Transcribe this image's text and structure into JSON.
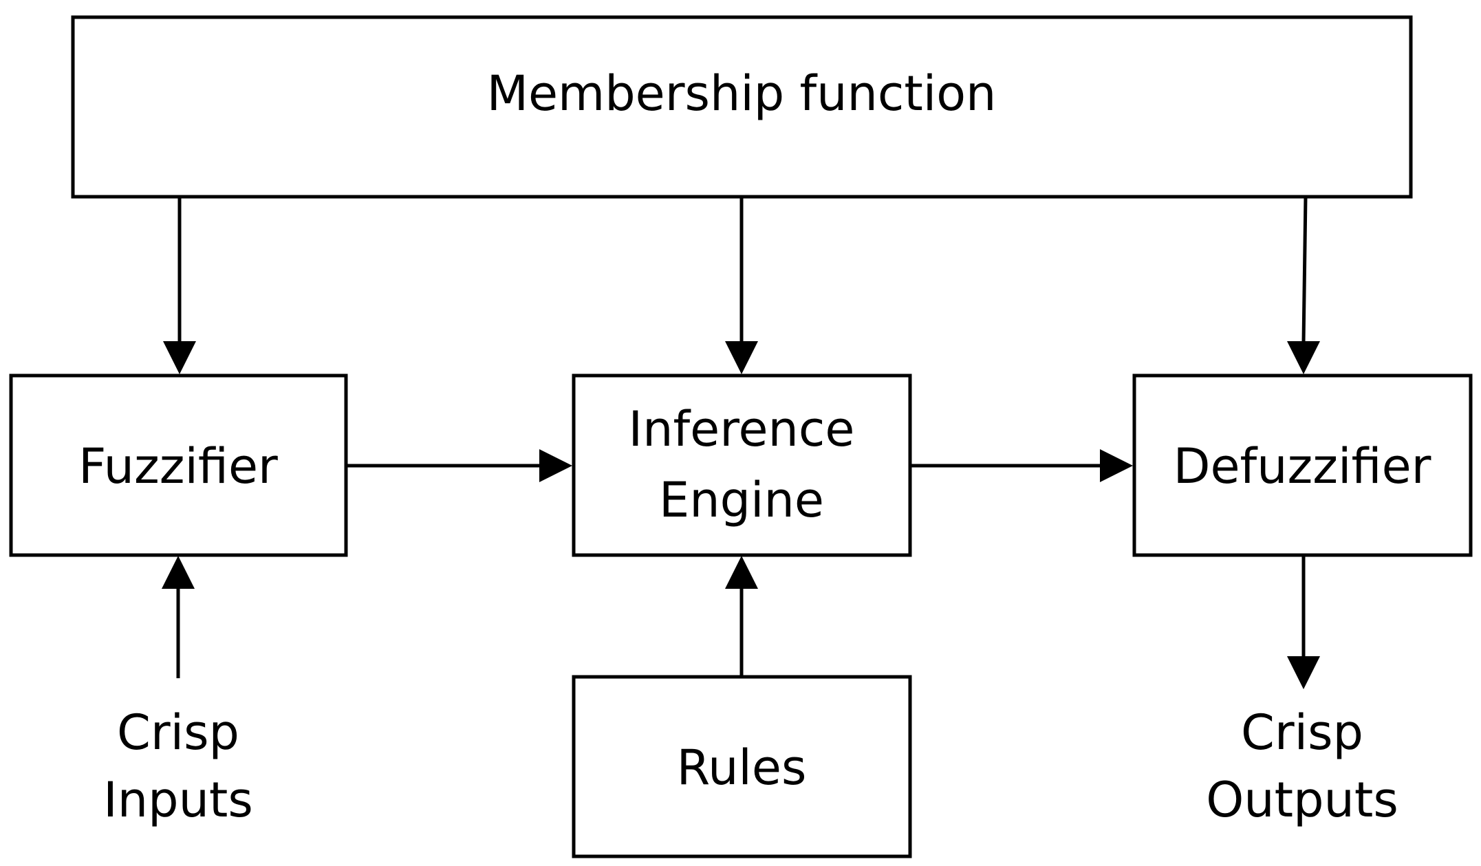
{
  "diagram": {
    "membership_function": "Membership function",
    "fuzzifier": "Fuzzifier",
    "inference_engine": {
      "line1": "Inference",
      "line2": "Engine"
    },
    "defuzzifier": "Defuzzifier",
    "rules": "Rules",
    "crisp_inputs": {
      "line1": "Crisp",
      "line2": "Inputs"
    },
    "crisp_outputs": {
      "line1": "Crisp",
      "line2": "Outputs"
    }
  },
  "colors": {
    "stroke": "#000000",
    "background": "#ffffff"
  }
}
